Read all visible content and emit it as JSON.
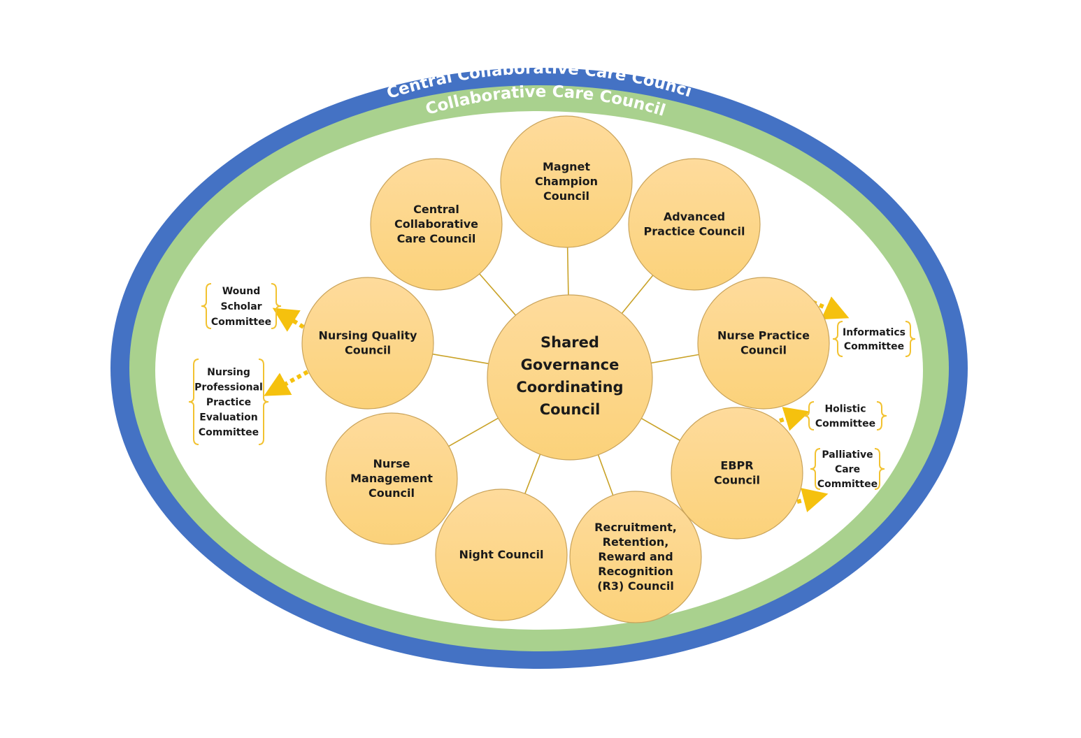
{
  "colors": {
    "outer_ring": "#4472c4",
    "inner_ring": "#a9d18e",
    "council_fill_top": "#fedb9c",
    "council_fill_bottom": "#fbd27a",
    "connector": "#c9a227",
    "arrow": "#f5c10e",
    "brace": "#f2c230"
  },
  "rings": {
    "outer_title": "Central Collaborative Care Council",
    "inner_title": "Collaborative Care Council"
  },
  "center": {
    "lines": [
      "Shared",
      "Governance",
      "Coordinating",
      "Council"
    ]
  },
  "councils": [
    {
      "id": "magnet",
      "lines": [
        "Magnet",
        "Champion",
        "Council"
      ]
    },
    {
      "id": "advanced-practice",
      "lines": [
        "Advanced",
        "Practice Council"
      ]
    },
    {
      "id": "nurse-practice",
      "lines": [
        "Nurse Practice",
        "Council"
      ]
    },
    {
      "id": "ebpr",
      "lines": [
        "EBPR",
        "Council"
      ]
    },
    {
      "id": "r3",
      "lines": [
        "Recruitment,",
        "Retention,",
        "Reward and",
        "Recognition",
        "(R3) Council"
      ]
    },
    {
      "id": "night",
      "lines": [
        "Night Council"
      ]
    },
    {
      "id": "nurse-management",
      "lines": [
        "Nurse",
        "Management",
        "Council"
      ]
    },
    {
      "id": "nursing-quality",
      "lines": [
        "Nursing Quality",
        "Council"
      ]
    },
    {
      "id": "central-collaborative",
      "lines": [
        "Central",
        "Collaborative",
        "Care Council"
      ]
    }
  ],
  "committees": [
    {
      "id": "wound-scholar",
      "lines": [
        "Wound",
        "Scholar",
        "Committee"
      ]
    },
    {
      "id": "nursing-ppe",
      "lines": [
        "Nursing",
        "Professional",
        "Practice",
        "Evaluation",
        "Committee"
      ]
    },
    {
      "id": "informatics",
      "lines": [
        "Informatics",
        "Committee"
      ]
    },
    {
      "id": "holistic",
      "lines": [
        "Holistic",
        "Committee"
      ]
    },
    {
      "id": "palliative-care",
      "lines": [
        "Palliative",
        "Care",
        "Committee"
      ]
    }
  ]
}
